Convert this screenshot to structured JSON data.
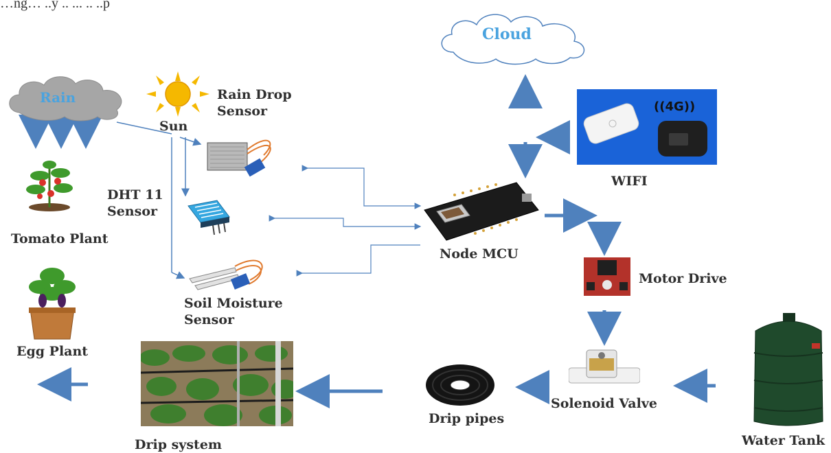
{
  "caption_fragment": "…ng… ..y   ..    ... .. ..p",
  "cloud": {
    "label": "Cloud"
  },
  "rain": {
    "label": "Rain"
  },
  "sun": {
    "label": "Sun"
  },
  "rain_drop_sensor": {
    "label_line1": "Rain Drop",
    "label_line2": "Sensor"
  },
  "dht_sensor": {
    "label_line1": "DHT 11",
    "label_line2": "Sensor"
  },
  "soil_sensor": {
    "label_line1": "Soil Moisture",
    "label_line2": "Sensor"
  },
  "tomato_plant": {
    "label": "Tomato Plant"
  },
  "egg_plant": {
    "label": "Egg Plant"
  },
  "node_mcu": {
    "label": "Node MCU"
  },
  "wifi": {
    "label": "WIFI",
    "badge": "((4G))"
  },
  "motor_drive": {
    "label": "Motor Drive"
  },
  "solenoid_valve": {
    "label": "Solenoid Valve"
  },
  "drip_pipes": {
    "label": "Drip pipes"
  },
  "drip_system": {
    "label": "Drip system"
  },
  "water_tank": {
    "label": "Water Tank"
  },
  "colors": {
    "arrow": "#4f81bd",
    "cloud_text": "#4aa3df",
    "rain_cloud": "#a6a6a6",
    "wifi_bg": "#1a63d8",
    "sun": "#f5b800"
  }
}
